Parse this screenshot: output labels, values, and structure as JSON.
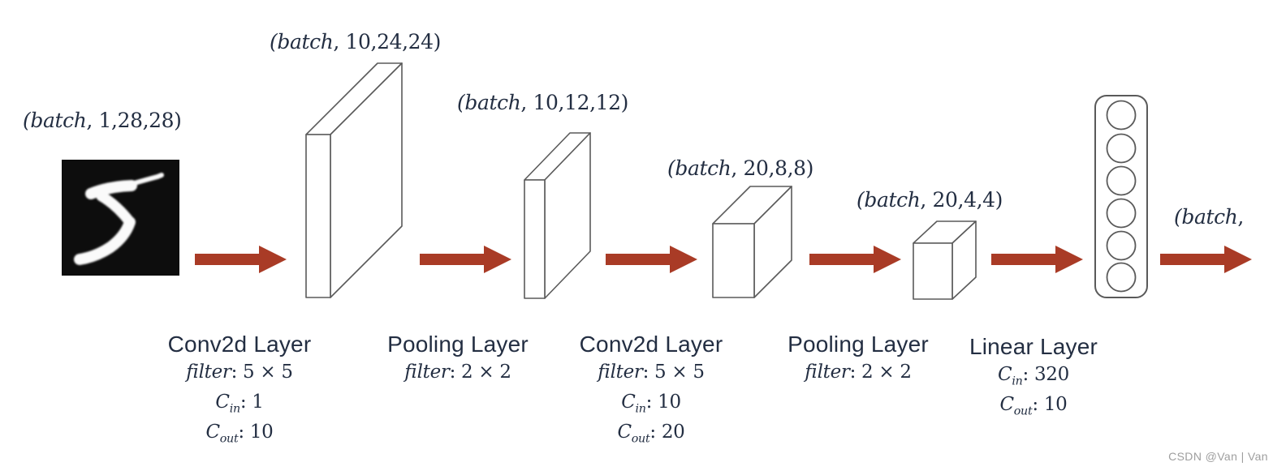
{
  "colors": {
    "arrow": "#a93b26",
    "shape-stroke": "#5a5a5a",
    "ink": "#232e42",
    "watermark": "#9e9e9e"
  },
  "mnist": {
    "digit": "5"
  },
  "shape_labels": [
    {
      "italic": "(batch",
      "rest": ", 1,28,28)"
    },
    {
      "italic": "(batch",
      "rest": ", 10,24,24)"
    },
    {
      "italic": "(batch",
      "rest": ", 10,12,12)"
    },
    {
      "italic": "(batch",
      "rest": ", 20,8,8)"
    },
    {
      "italic": "(batch",
      "rest": ", 20,4,4)"
    },
    {
      "italic": "(batch",
      "rest": ","
    }
  ],
  "layers": [
    {
      "title": "Conv2d Layer",
      "filter_name": "filter",
      "filter_value": ": 5 × 5",
      "cin_symbol": "C",
      "cin_sub": "in",
      "cin_value": ": 1",
      "cout_symbol": "C",
      "cout_sub": "out",
      "cout_value": ": 10"
    },
    {
      "title": "Pooling Layer",
      "filter_name": "filter",
      "filter_value": ": 2 × 2"
    },
    {
      "title": "Conv2d Layer",
      "filter_name": "filter",
      "filter_value": ": 5 × 5",
      "cin_symbol": "C",
      "cin_sub": "in",
      "cin_value": ": 10",
      "cout_symbol": "C",
      "cout_sub": "out",
      "cout_value": ": 20"
    },
    {
      "title": "Pooling Layer",
      "filter_name": "filter",
      "filter_value": ": 2 × 2"
    },
    {
      "title": "Linear Layer",
      "cin_symbol": "C",
      "cin_sub": "in",
      "cin_value": ": 320",
      "cout_symbol": "C",
      "cout_sub": "out",
      "cout_value": ": 10"
    }
  ],
  "watermark": "CSDN @Van | Van"
}
